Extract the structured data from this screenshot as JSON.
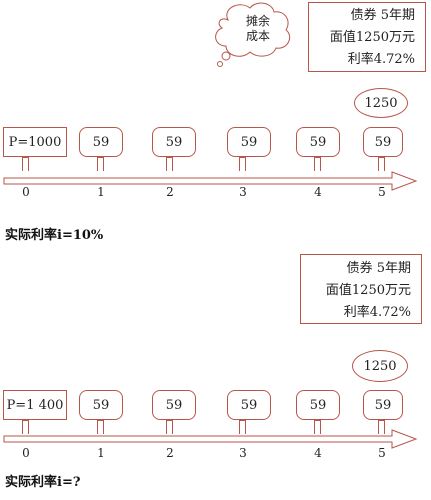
{
  "cloud": {
    "line1": "摊余",
    "line2": "成本"
  },
  "panels": [
    {
      "info": {
        "line1": "债券  5年期",
        "line2": "面值1250万元",
        "line3": "利率4.72%"
      },
      "principal": "P=1000",
      "coupons": [
        "59",
        "59",
        "59",
        "59",
        "59"
      ],
      "face_value": "1250",
      "ticks": [
        "0",
        "1",
        "2",
        "3",
        "4",
        "5"
      ],
      "rate": "实际利率i=10%"
    },
    {
      "info": {
        "line1": "债券  5年期",
        "line2": "面值1250万元",
        "line3": "利率4.72%"
      },
      "principal": "P=1 400",
      "coupons": [
        "59",
        "59",
        "59",
        "59",
        "59"
      ],
      "face_value": "1250",
      "ticks": [
        "0",
        "1",
        "2",
        "3",
        "4",
        "5"
      ],
      "rate": "实际利率i=?"
    }
  ],
  "colors": {
    "outline": "#b8564b"
  }
}
